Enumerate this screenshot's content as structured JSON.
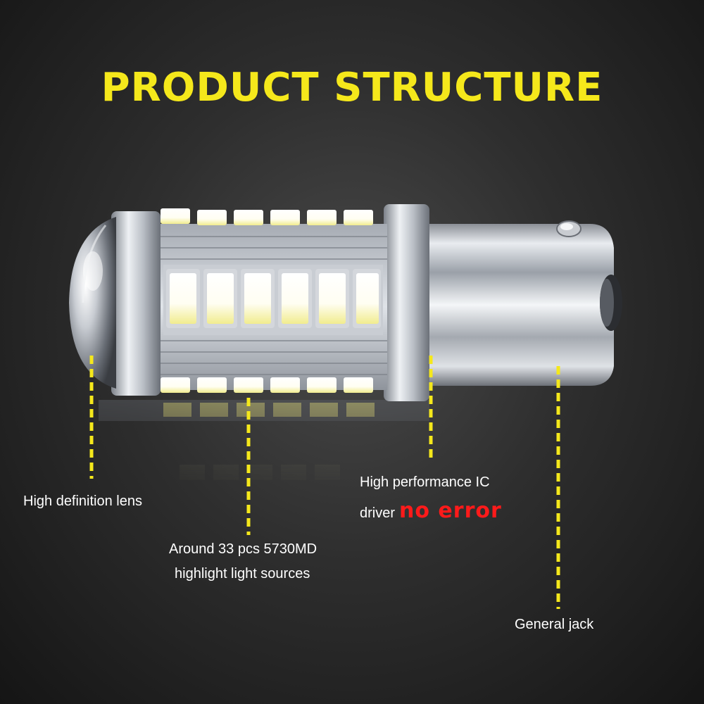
{
  "title": {
    "text": "PRODUCT STRUCTURE",
    "color": "#f5e81b"
  },
  "callouts": {
    "lens": "High definition lens",
    "leds_line1": "Around 33 pcs 5730MD",
    "leds_line2": "highlight light sources",
    "ic_line1": "High performance IC",
    "ic_line2": "driver",
    "ic_highlight": "no error",
    "jack": "General jack"
  },
  "colors": {
    "accent": "#f5e81b",
    "error": "#ff1a1a",
    "led_white": "#fffefa",
    "led_tint": "#f3ee9a",
    "label": "#ffffff"
  },
  "icons": [
    "led-bulb-illustration",
    "lens-dome",
    "bayonet-pin"
  ]
}
